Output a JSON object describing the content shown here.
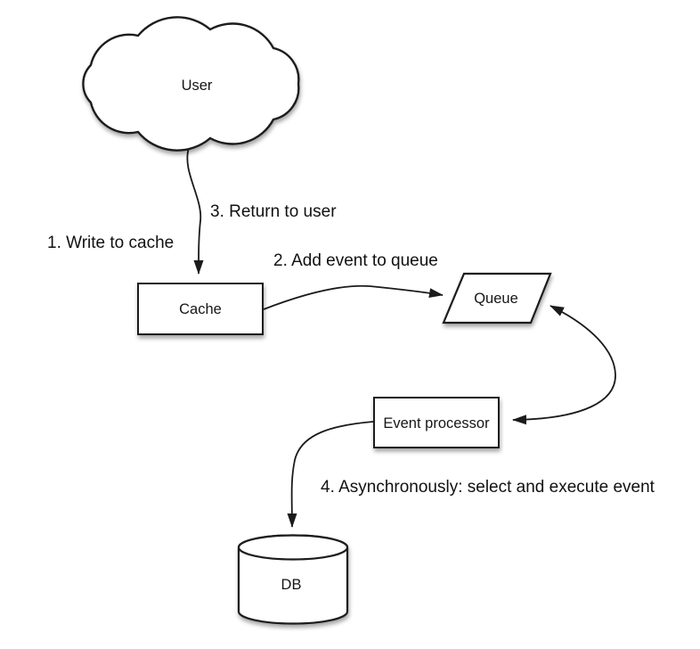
{
  "diagram": {
    "background_color": "#ffffff",
    "stroke_color": "#1b1b1b",
    "text_color": "#111111",
    "nodes": [
      {
        "id": "user",
        "label": "User",
        "shape": "cloud"
      },
      {
        "id": "cache",
        "label": "Cache",
        "shape": "rectangle"
      },
      {
        "id": "queue",
        "label": "Queue",
        "shape": "parallelogram"
      },
      {
        "id": "event_processor",
        "label": "Event processor",
        "shape": "rectangle"
      },
      {
        "id": "db",
        "label": "DB",
        "shape": "cylinder"
      }
    ],
    "edges": [
      {
        "from": "user",
        "to": "cache",
        "direction": "one-way",
        "label": "1. Write to cache",
        "secondary_label": "3. Return to user"
      },
      {
        "from": "cache",
        "to": "queue",
        "direction": "one-way",
        "label": "2. Add event to queue"
      },
      {
        "from": "queue",
        "to": "event_processor",
        "direction": "two-way",
        "label": ""
      },
      {
        "from": "event_processor",
        "to": "db",
        "direction": "one-way",
        "label": "4. Asynchronously: select and execute event"
      }
    ]
  }
}
